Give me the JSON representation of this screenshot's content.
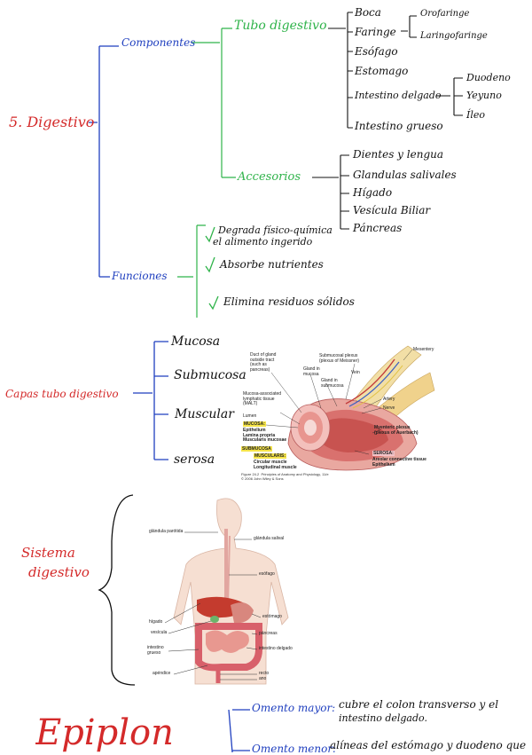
{
  "digestivo": {
    "title": "5. Digestivo",
    "componentes": "Componentes",
    "tubo": {
      "title": "Tubo digestivo",
      "items": [
        "Boca",
        "Faringe",
        "Esófago",
        "Estomago",
        "Intestino delgado",
        "Intestino grueso"
      ],
      "faringe_sub": [
        "Orofaringe",
        "Laringofaringe"
      ],
      "delgado_sub": [
        "Duodeno",
        "Yeyuno",
        "Íleo"
      ]
    },
    "accesorios": {
      "title": "Accesorios",
      "items": [
        "Dientes y lengua",
        "Glandulas salivales",
        "Hígado",
        "Vesícula Biliar",
        "Páncreas"
      ]
    },
    "funciones": {
      "title": "Funciones",
      "items": [
        {
          "line1": "Degrada físico-química",
          "line2": "el alimento ingerido"
        },
        {
          "line1": "Absorbe nutrientes",
          "line2": ""
        },
        {
          "line1": "Elimina residuos sólidos",
          "line2": ""
        }
      ]
    }
  },
  "capas": {
    "title": "Capas tubo digestivo",
    "items": [
      "Mucosa",
      "Submucosa",
      "Muscular",
      "serosa"
    ],
    "figure": {
      "labels": {
        "mesentery": "Mesentery",
        "submucosal_plexus": "Submucosal plexus\n(plexus of Meissner)",
        "gland_mucosa": "Gland in\nmucosa",
        "duct_gland": "Duct of gland\noutside tract\n(such as\npancreas)",
        "vein": "Vein",
        "gland_submucosa": "Gland in\nsubmucosa",
        "malt": "Mucosa-associated\nlymphatic tissue\n(MALT)",
        "artery": "Artery",
        "nerve": "Nerve",
        "lumen": "Lumen",
        "mucosa_head": "MUCOSA:",
        "mucosa_items": "Epithelium\nLamina propria\nMuscularis mucosae",
        "myenteric": "Myenteric plexus\n(plexus of Auerbach)",
        "submucosa_head": "SUBMUCOSA",
        "muscularis_head": "MUSCULARIS:",
        "muscularis_items": "Circular muscle\nLongitudinal muscle",
        "serosa_head": "SEROSA:",
        "serosa_items": "Areolar connective tissue\nEpithelium",
        "caption": "Figure 24.2  Principles of Anatomy and Physiology, 11/e\n© 2006 John Wiley & Sons"
      }
    }
  },
  "sistema": {
    "title_line1": "Sistema",
    "title_line2": "digestivo",
    "labels": {
      "parotida": "glándula parótida",
      "salival": "glándula salival",
      "esofago": "esófago",
      "higado": "hígado",
      "vesicula": "vesícula",
      "estomago": "estómago",
      "pancreas": "páncreas",
      "intestino_grueso": "intestino\ngrueso",
      "intestino_delgado": "intestino delgado",
      "apendice": "apéndice",
      "recto": "recto",
      "ano": "ano"
    }
  },
  "epiplon": {
    "title": "Epiplon",
    "omento_mayor": "Omento mayor:",
    "omento_mayor_text1": "cubre el colon transverso y el",
    "omento_mayor_text2": "intestino delgado.",
    "omento_menor": "Omento menor:",
    "omento_menor_text": "alíneas del estómago y duodeno que"
  },
  "colors": {
    "red": "#d42a2a",
    "blue": "#1f3fbf",
    "green": "#2fb34a"
  }
}
